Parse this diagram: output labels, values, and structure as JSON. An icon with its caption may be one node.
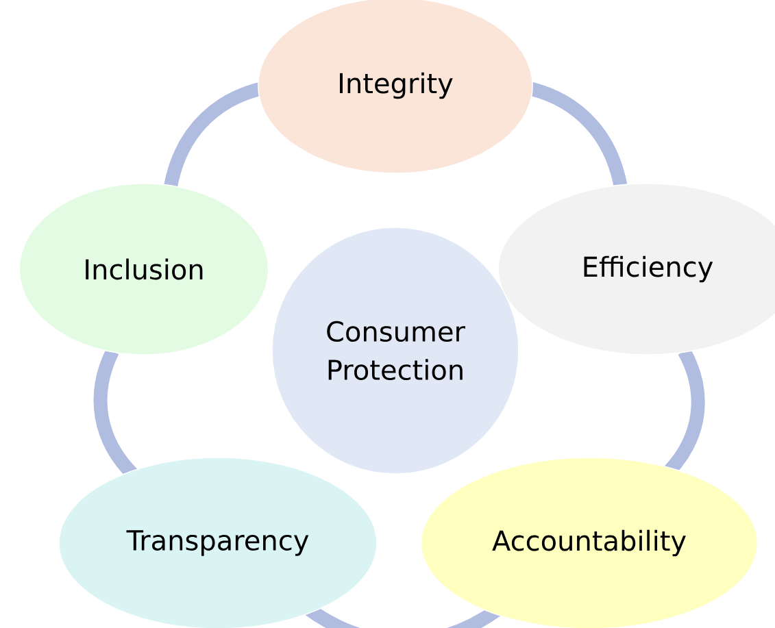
{
  "diagram": {
    "nodes": [
      {
        "text": [
          "Integrity"
        ]
      },
      {
        "text": [
          "Efficiency"
        ]
      },
      {
        "text": [
          "Accountability"
        ]
      },
      {
        "text": [
          "Transparency"
        ]
      },
      {
        "text": [
          "Inclusion"
        ]
      },
      {
        "text": [
          "Consumer Protection"
        ]
      }
    ],
    "edges": [
      {
        "from": 0,
        "to": 1,
        "arrow": "none"
      },
      {
        "from": 1,
        "to": 2,
        "arrow": "none"
      },
      {
        "from": 2,
        "to": 3,
        "arrow": "none"
      },
      {
        "from": 3,
        "to": 4,
        "arrow": "none"
      },
      {
        "from": 4,
        "to": 0,
        "arrow": "none"
      }
    ]
  }
}
